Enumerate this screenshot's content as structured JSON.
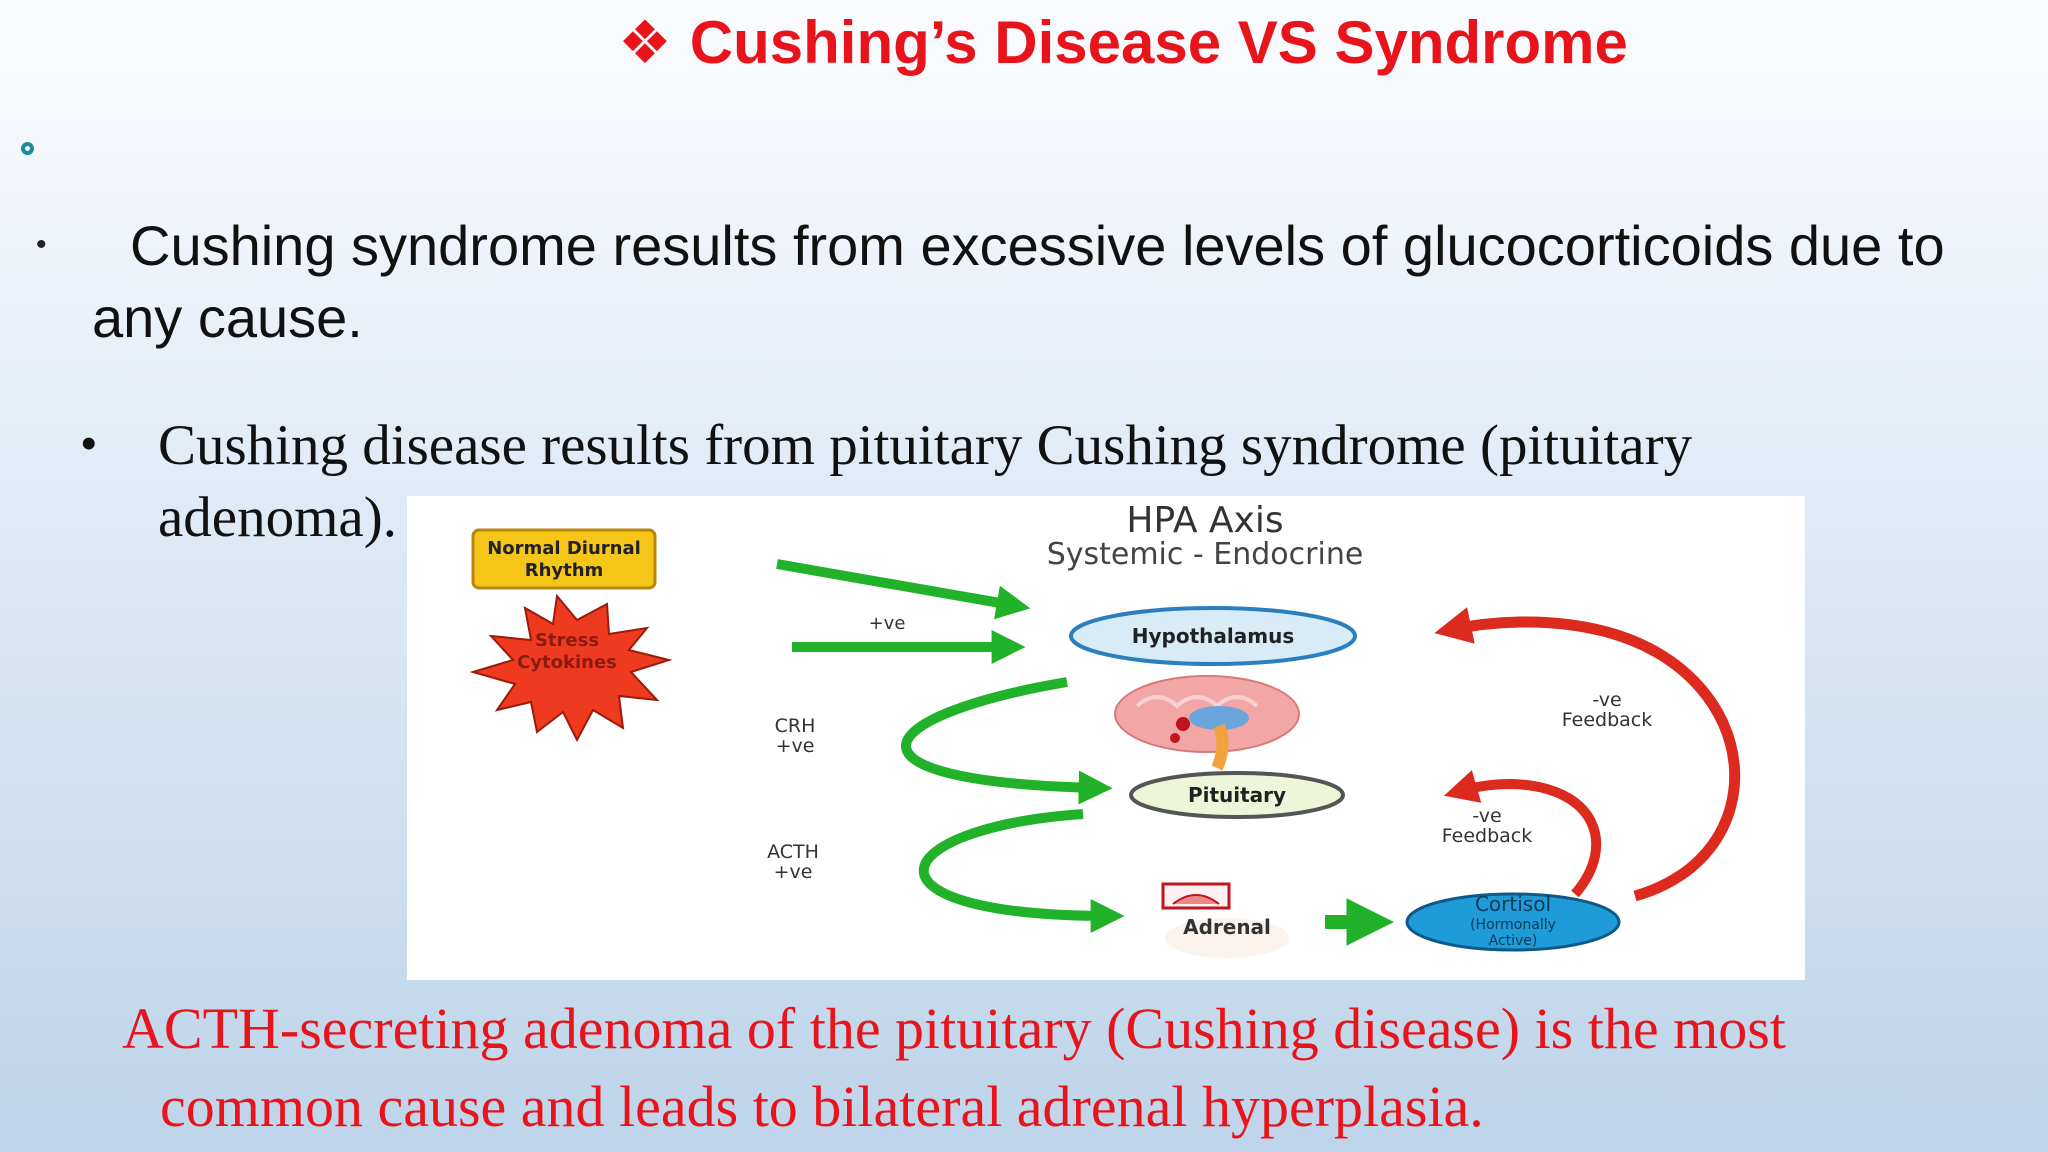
{
  "slide": {
    "title_symbol": "❖",
    "title": "Cushing’s Disease VS Syndrome",
    "bullet1_marker": "•",
    "bullet1": "Cushing syndrome results from excessive levels of glucocorticoids due to any cause.",
    "bullet2_marker": "•",
    "bullet2_line1": "Cushing disease results from pituitary Cushing syndrome (pituitary",
    "bullet2_line2": "adenoma).",
    "bottom_line1": "ACTH-secreting adenoma of the pituitary (Cushing disease) is the most",
    "bottom_line2": "common cause and leads to bilateral adrenal hyperplasia."
  },
  "diagram": {
    "title": "HPA Axis",
    "subtitle": "Systemic - Endocrine",
    "normal_line1": "Normal Diurnal",
    "normal_line2": "Rhythm",
    "stress_line1": "Stress",
    "stress_line2": "Cytokines",
    "plus_ve": "+ve",
    "hypothalamus": "Hypothalamus",
    "pituitary": "Pituitary",
    "adrenal": "Adrenal",
    "cortisol": "Cortisol",
    "cortisol_sub1": "(Hormonally",
    "cortisol_sub2": "Active)",
    "crh_line1": "CRH",
    "crh_line2": "+ve",
    "acth_line1": "ACTH",
    "acth_line2": "+ve",
    "feedback_outer_line1": "-ve",
    "feedback_outer_line2": "Feedback",
    "feedback_inner_line1": "-ve",
    "feedback_inner_line2": "Feedback",
    "colors": {
      "title_red": "#e8141c",
      "green_arrow": "#22b22a",
      "red_arrow": "#dc2a1e",
      "yellow_box": "#f5c518",
      "oval_blue": "#d8ecf8",
      "cortisol_blue": "#1f9bd8"
    }
  }
}
